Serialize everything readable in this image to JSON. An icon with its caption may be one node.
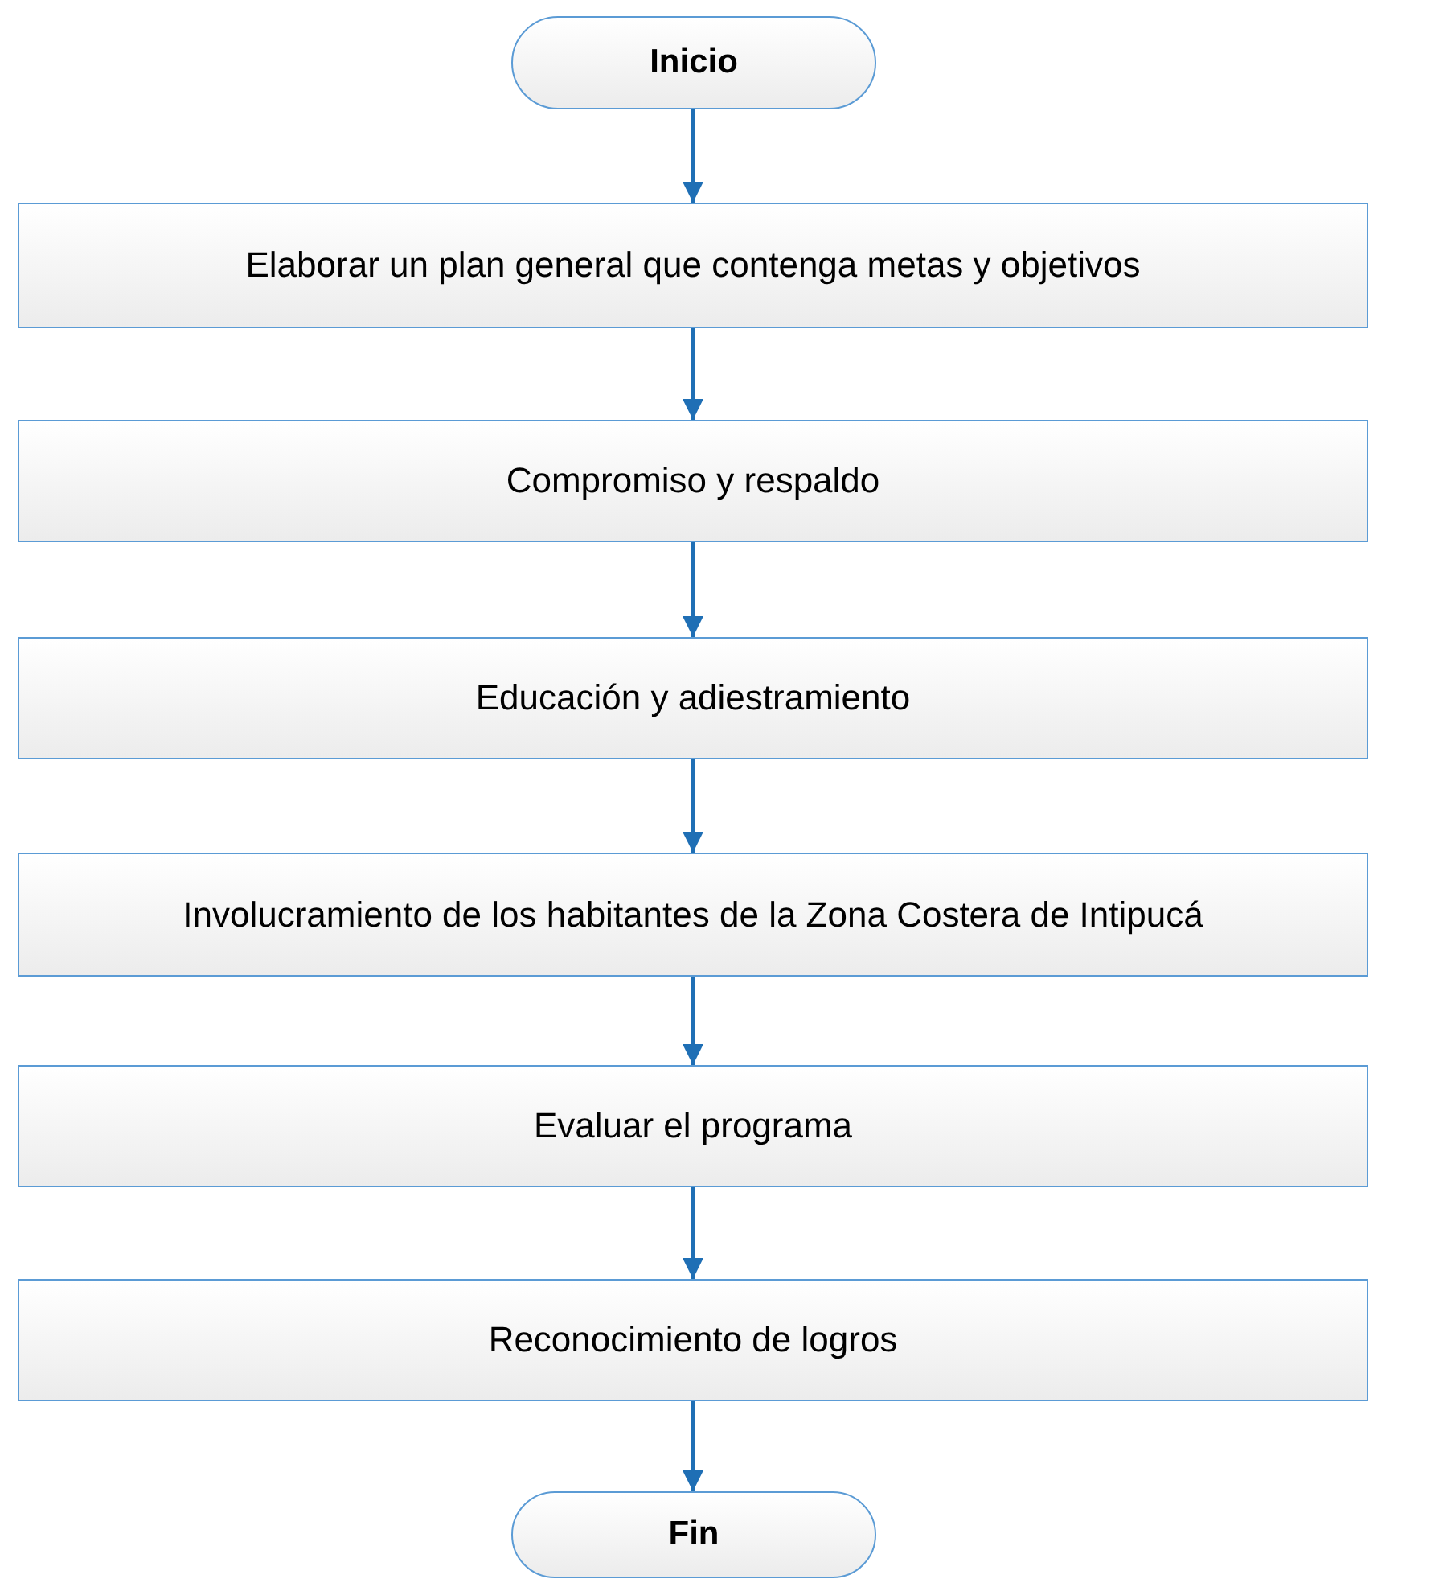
{
  "diagram": {
    "nodes": [
      {
        "text": [
          "Inicio"
        ]
      },
      {
        "text": [
          "Elaborar un plan general que contenga metas y objetivos"
        ]
      },
      {
        "text": [
          "Compromiso y respaldo"
        ]
      },
      {
        "text": [
          "Educación y adiestramiento"
        ]
      },
      {
        "text": [
          "Involucramiento de los habitantes de la Zona Costera de Intipucá"
        ]
      },
      {
        "text": [
          "Evaluar el programa"
        ]
      },
      {
        "text": [
          "Reconocimiento de logros"
        ]
      },
      {
        "text": [
          "Fin"
        ]
      }
    ],
    "edges": [
      {
        "from": 0,
        "to": 1,
        "arrow": "to"
      },
      {
        "from": 1,
        "to": 2,
        "arrow": "to"
      },
      {
        "from": 2,
        "to": 3,
        "arrow": "to"
      },
      {
        "from": 3,
        "to": 4,
        "arrow": "to"
      },
      {
        "from": 4,
        "to": 5,
        "arrow": "to"
      },
      {
        "from": 5,
        "to": 6,
        "arrow": "to"
      },
      {
        "from": 6,
        "to": 7,
        "arrow": "to"
      }
    ]
  }
}
